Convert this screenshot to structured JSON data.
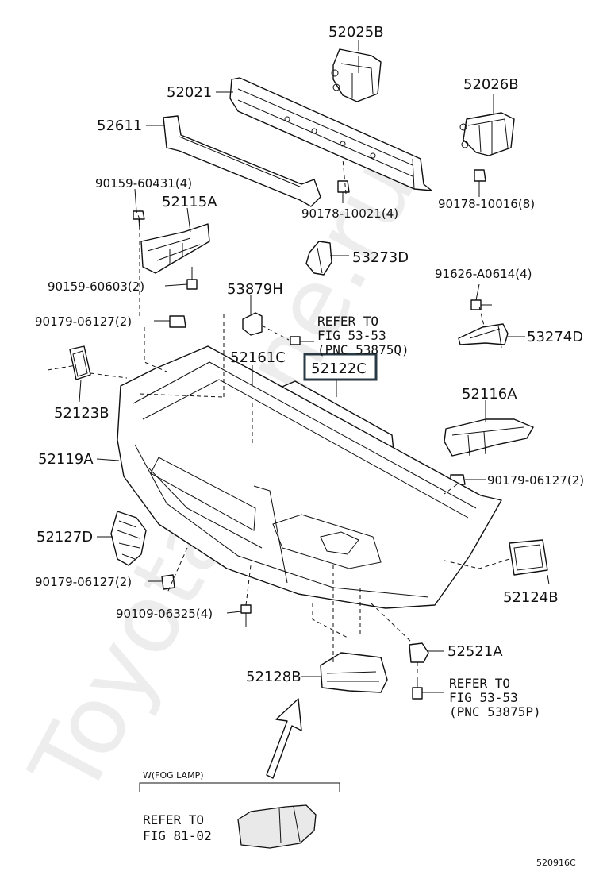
{
  "watermark": "Toyota-Mine.ru",
  "figure_id": "520916C",
  "highlighted_part": "52122C",
  "callouts": {
    "p52025B": "52025B",
    "p52021": "52021",
    "p52026B": "52026B",
    "p52611": "52611",
    "p90159_60431": "90159-60431(4)",
    "p52115A": "52115A",
    "p90178_10021": "90178-10021(4)",
    "p90178_10016": "90178-10016(8)",
    "p53273D": "53273D",
    "p91626_A0614": "91626-A0614(4)",
    "p90159_60603": "90159-60603(2)",
    "p53879H": "53879H",
    "p90179_06127_a": "90179-06127(2)",
    "p53274D": "53274D",
    "p52161C": "52161C",
    "p52122C": "52122C",
    "p52123B": "52123B",
    "p52116A": "52116A",
    "p52119A": "52119A",
    "p90179_06127_b": "90179-06127(2)",
    "p52127D": "52127D",
    "p90179_06127_c": "90179-06127(2)",
    "p52124B": "52124B",
    "p90109_06325": "90109-06325(4)",
    "p52521A": "52521A",
    "p52128B": "52128B"
  },
  "references": {
    "ref1": {
      "line1": "REFER TO",
      "line2": "FIG 53-53",
      "line3": "(PNC 53875Q)"
    },
    "ref2": {
      "line1": "REFER TO",
      "line2": "FIG 53-53",
      "line3": "(PNC 53875P)"
    },
    "ref3": {
      "line1": "REFER TO",
      "line2": "FIG 81-02"
    }
  },
  "fog_lamp_note": "W(FOG LAMP)"
}
